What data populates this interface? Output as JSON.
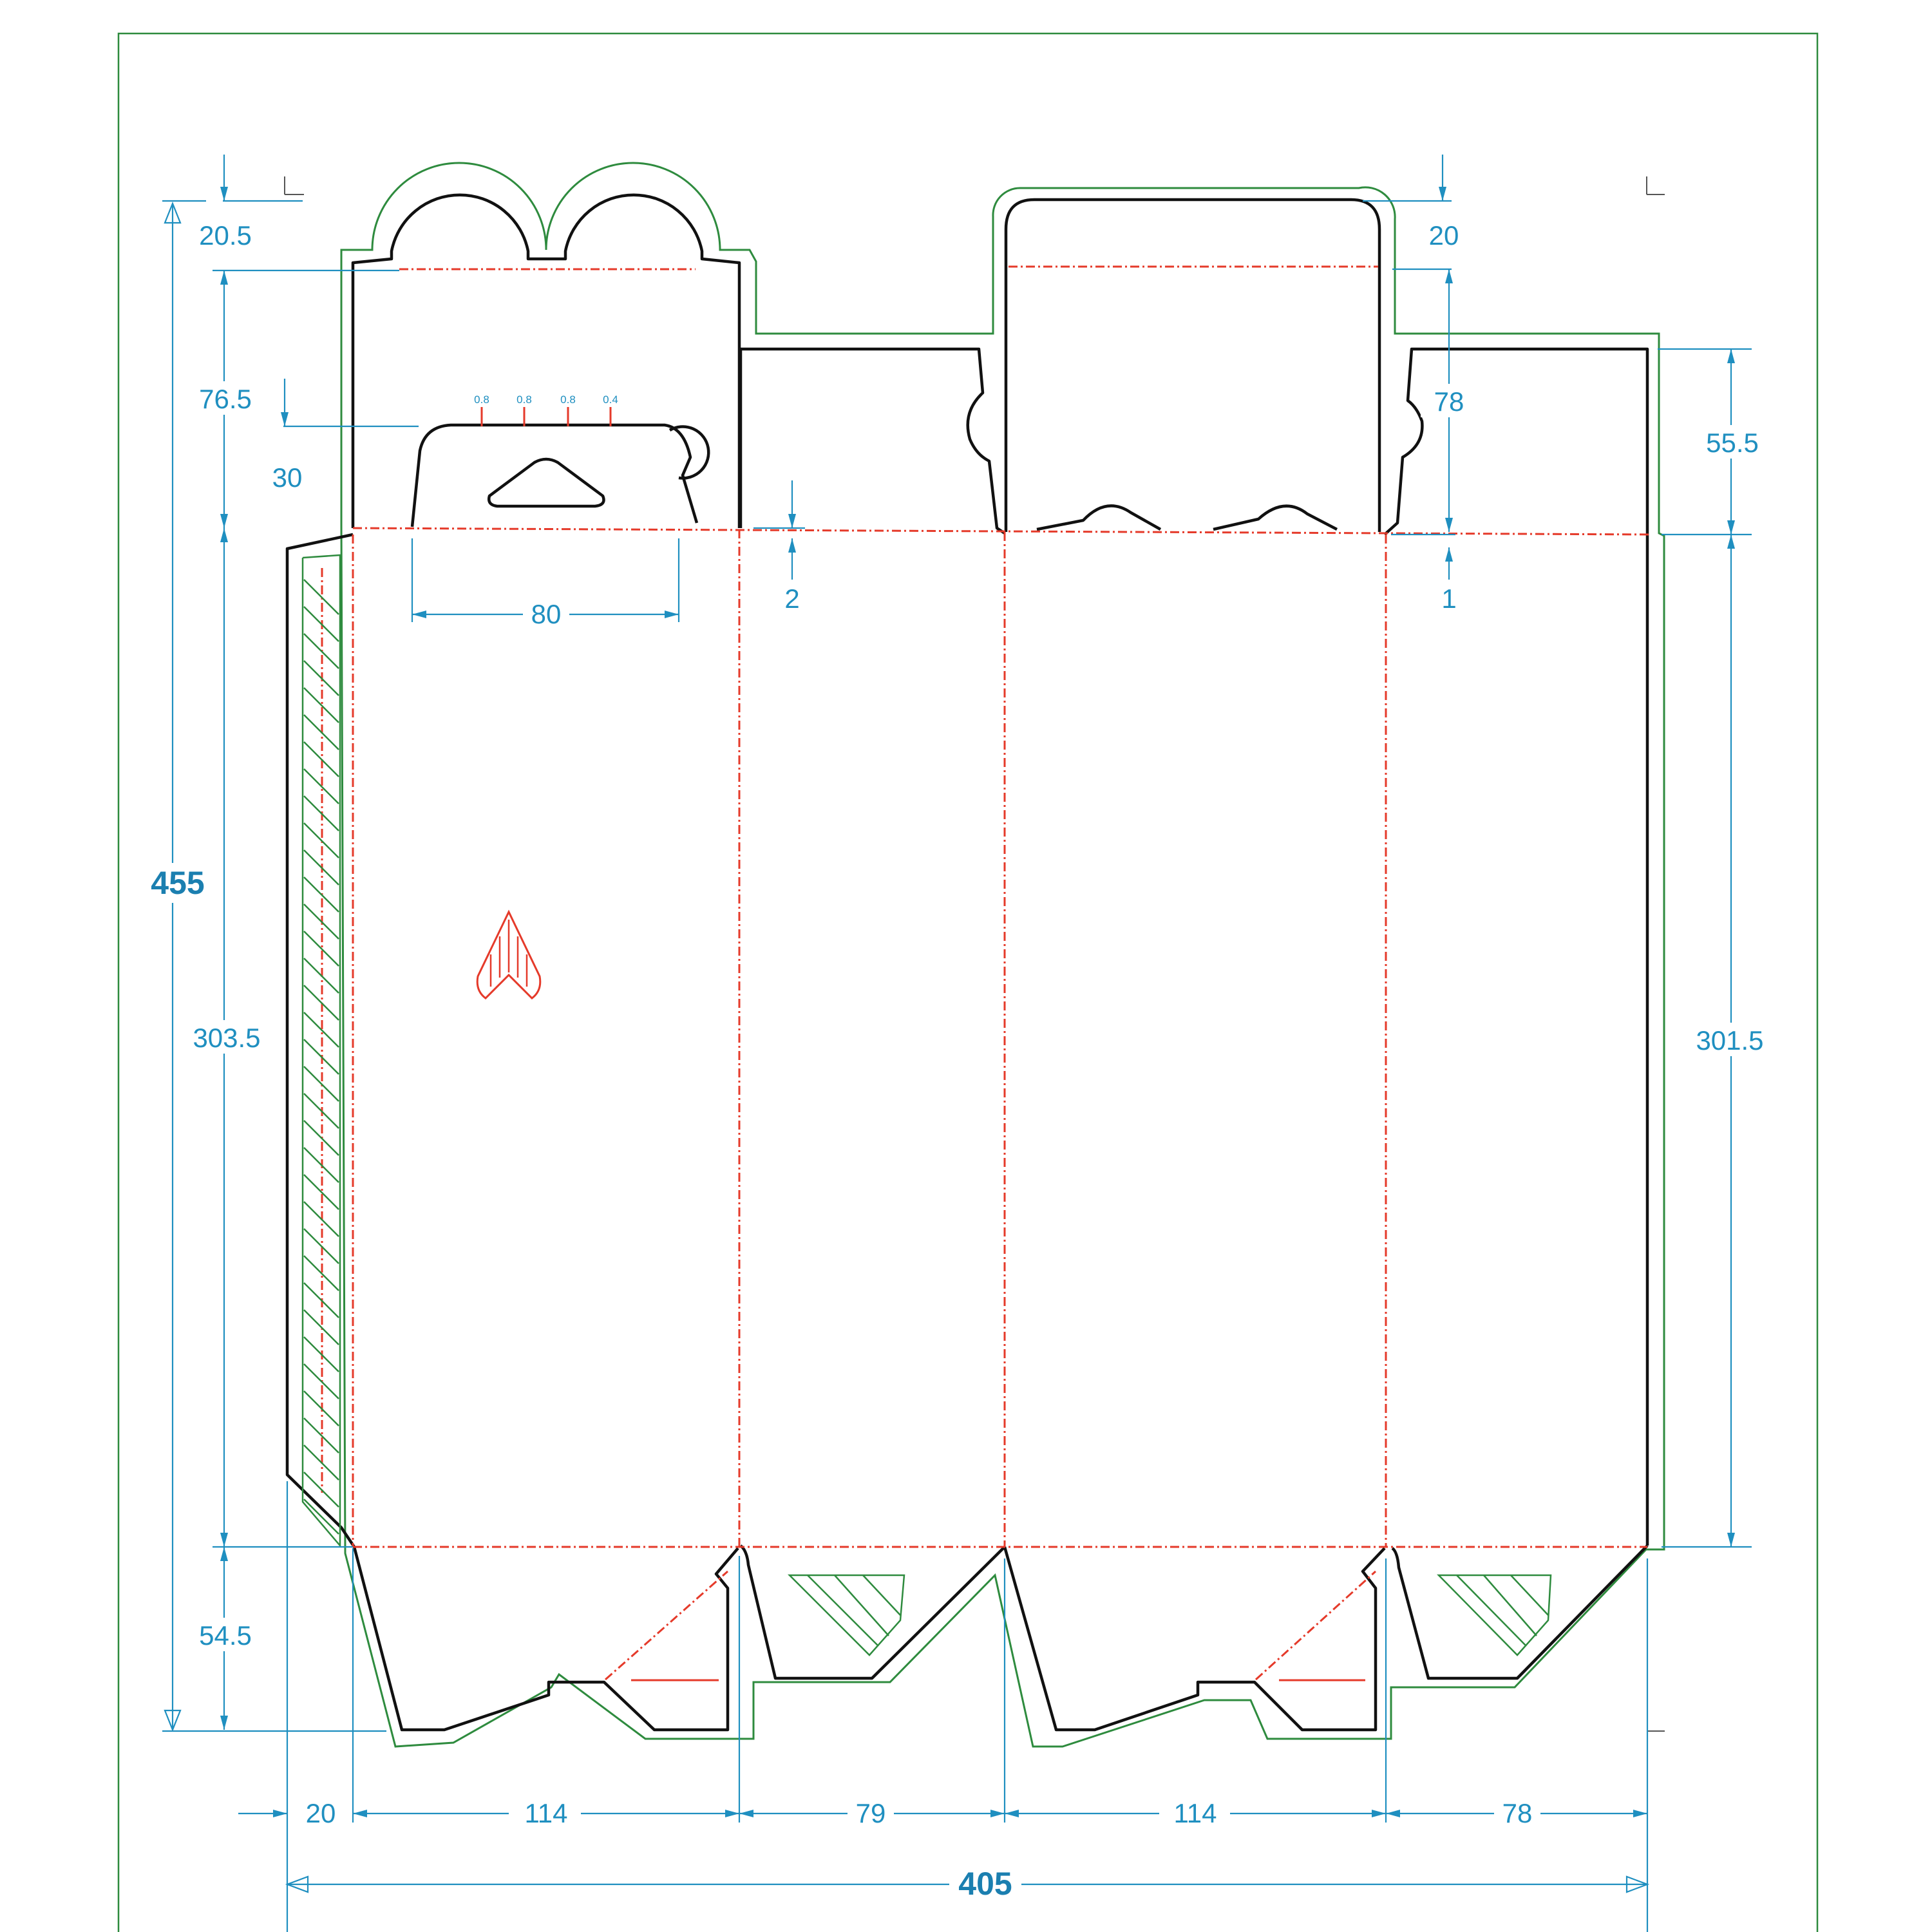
{
  "colors": {
    "cut_line": "#111111",
    "crease_line": "#e53a2a",
    "bleed_line": "#2e8b3e",
    "dimension": "#1f8fc0"
  },
  "dimensions": {
    "overall_height": "455",
    "overall_width": "405",
    "top_flap_left": "20.5",
    "top_flap_right": "20",
    "lid_left": "76.5",
    "lid_right": "78",
    "hanger_offset": "30",
    "hanger_width": "80",
    "gap_left": "2",
    "gap_right": "1",
    "side_top_flap": "55.5",
    "body_left": "303.5",
    "body_right": "301.5",
    "bottom": "54.5",
    "glue_flap": "20",
    "panel_1": "114",
    "panel_2": "79",
    "panel_3": "114",
    "panel_4": "78"
  },
  "thickness_labels": [
    "0.8",
    "0.8",
    "0.8",
    "0.4"
  ],
  "icons": {
    "grain_direction": "grain-direction-arrow-icon"
  }
}
